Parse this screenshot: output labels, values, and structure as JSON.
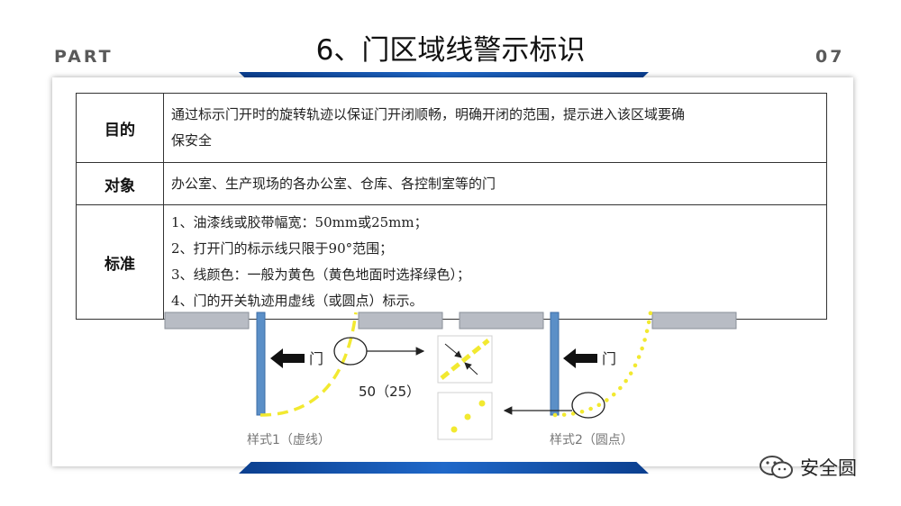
{
  "header": {
    "part_label": "PART",
    "page_number": "07",
    "title": "6、门区域线警示标识"
  },
  "table": {
    "rows": [
      {
        "head": "目的",
        "lines": [
          "通过标示门开时的旋转轨迹以保证门开闭顺畅，明确开闭的范围，提示进入该区域要确",
          "保安全"
        ]
      },
      {
        "head": "对象",
        "lines": [
          "办公室、生产现场的各办公室、仓库、各控制室等的门"
        ]
      },
      {
        "head": "标准",
        "lines": [
          "1、油漆线或胶带幅宽：50mm或25mm；",
          "2、打开门的标示线只限于90°范围；",
          "3、线颜色：一般为黄色（黄色地面时选择绿色）；",
          "4、门的开关轨迹用虚线（或圆点）标示。"
        ]
      }
    ]
  },
  "diagram": {
    "door_label_1": "门",
    "door_label_2": "门",
    "width_label": "50（25）",
    "style1_caption": "样式1（虚线）",
    "style2_caption": "样式2（圆点）",
    "line_color": "#f2e930",
    "wall_color": "#b8bcc4",
    "door_color": "#5b8fc7"
  },
  "watermark": {
    "text": "安全圆"
  }
}
